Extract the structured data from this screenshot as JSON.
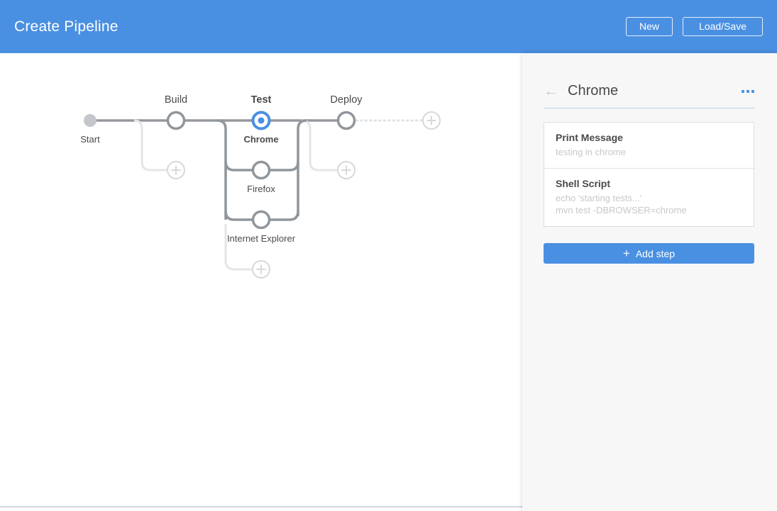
{
  "header": {
    "title": "Create Pipeline",
    "new_button": "New",
    "load_save_button": "Load/Save"
  },
  "graph": {
    "start_label": "Start",
    "stages": [
      "Build",
      "Test",
      "Deploy"
    ],
    "selected_stage": "Test",
    "branches": [
      "Chrome",
      "Firefox",
      "Internet Explorer"
    ],
    "selected_branch": "Chrome"
  },
  "panel": {
    "title": "Chrome",
    "steps": [
      {
        "name": "Print Message",
        "details": [
          "testing in chrome"
        ]
      },
      {
        "name": "Shell Script",
        "details": [
          "echo 'starting tests...'",
          "mvn test -DBROWSER=chrome"
        ]
      }
    ],
    "add_step_label": "Add step"
  },
  "icons": {
    "back_arrow": "←",
    "plus": "+"
  },
  "colors": {
    "accent_blue": "#4a90e2",
    "graph_line": "#95999e",
    "graph_light": "#e2e4e6",
    "plus_circle": "#d6d8da",
    "panel_background": "#f7f7f8",
    "divider_blue": "#b7d2ee"
  }
}
